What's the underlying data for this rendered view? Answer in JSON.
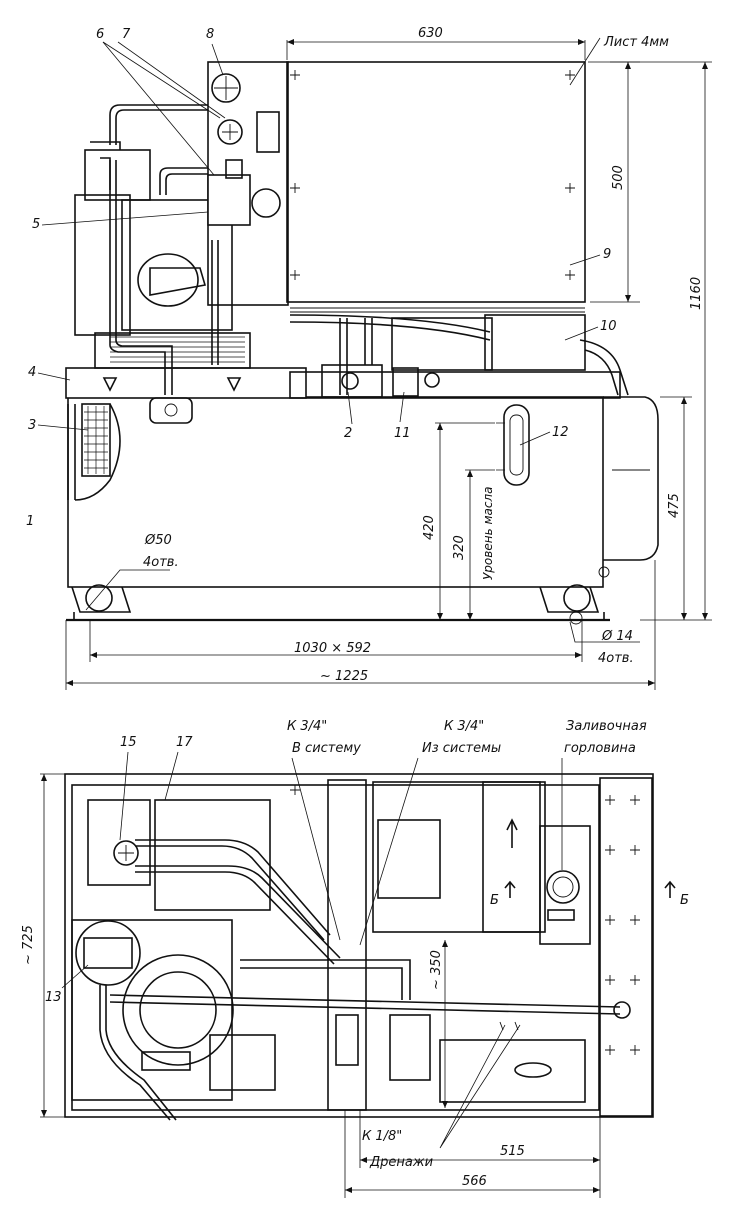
{
  "top_view": {
    "dims": {
      "d630": "630",
      "d500": "500",
      "d1160": "1160",
      "d420": "420",
      "d320": "320",
      "d475": "475",
      "d1030": "1030 × 592",
      "d1225": "~ 1225",
      "d50": "Ø50",
      "d50_holes": "4отв.",
      "d14": "Ø 14",
      "d14_holes": "4отв."
    },
    "notes": {
      "sheet": "Лист 4мм",
      "oil_level": "Уровень масла"
    },
    "callouts": [
      "1",
      "2",
      "3",
      "4",
      "5",
      "6",
      "7",
      "8",
      "9",
      "10",
      "11",
      "12"
    ]
  },
  "bottom_view": {
    "dims": {
      "d725": "~ 725",
      "d350": "~ 350",
      "d515": "515",
      "d566": "566"
    },
    "notes": {
      "to_system_size": "К 3/4\"",
      "to_system": "В систему",
      "from_system_size": "К 3/4\"",
      "from_system": "Из системы",
      "filler_1": "Заливочная",
      "filler_2": "горловина",
      "drain_size": "К 1/8\"",
      "drain": "Дренажи",
      "section_left": "Б",
      "section_right": "Б"
    },
    "callouts": [
      "13",
      "15",
      "17"
    ]
  }
}
